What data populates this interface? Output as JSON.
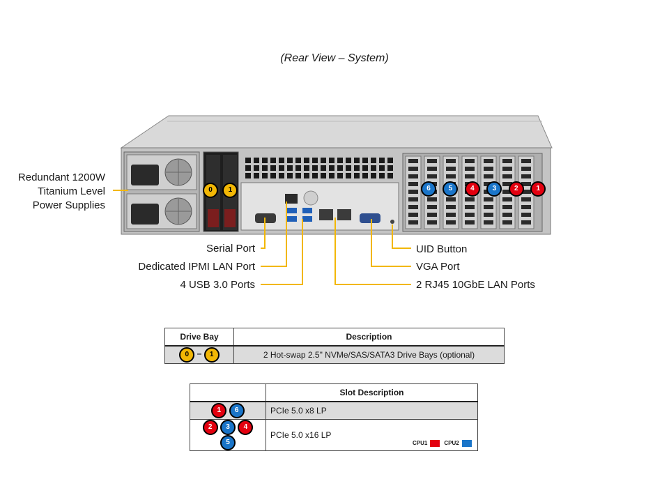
{
  "title": "(Rear View – System)",
  "callouts": {
    "psu": [
      "Redundant 1200W",
      "Titanium Level",
      "Power Supplies"
    ],
    "serial": "Serial Port",
    "ipmi": "Dedicated IPMI LAN Port",
    "usb": "4 USB 3.0 Ports",
    "uid": "UID Button",
    "vga": "VGA Port",
    "lan": "2 RJ45 10GbE LAN Ports"
  },
  "drive_bays": [
    "0",
    "1"
  ],
  "slots_rear": [
    "6",
    "5",
    "4",
    "3",
    "2",
    "1"
  ],
  "drive_table": {
    "headers": [
      "Drive Bay",
      "Description"
    ],
    "badges": [
      "0",
      "1"
    ],
    "separator": "–",
    "description": "2 Hot-swap 2.5\" NVMe/SAS/SATA3 Drive Bays (optional)"
  },
  "slot_table": {
    "header": "Slot Description",
    "rows": [
      {
        "badges": [
          "1",
          "6"
        ],
        "description": "PCIe 5.0 x8 LP"
      },
      {
        "badges": [
          "2",
          "3",
          "4",
          "5"
        ],
        "description": "PCIe 5.0 x16 LP"
      }
    ]
  },
  "legend": {
    "cpu1": "CPU1",
    "cpu2": "CPU2",
    "cpu1_color": "#e3000f",
    "cpu2_color": "#1a75c9"
  },
  "colors": {
    "callout_line": "#f2b705",
    "drive_badge": "#f2b705"
  }
}
